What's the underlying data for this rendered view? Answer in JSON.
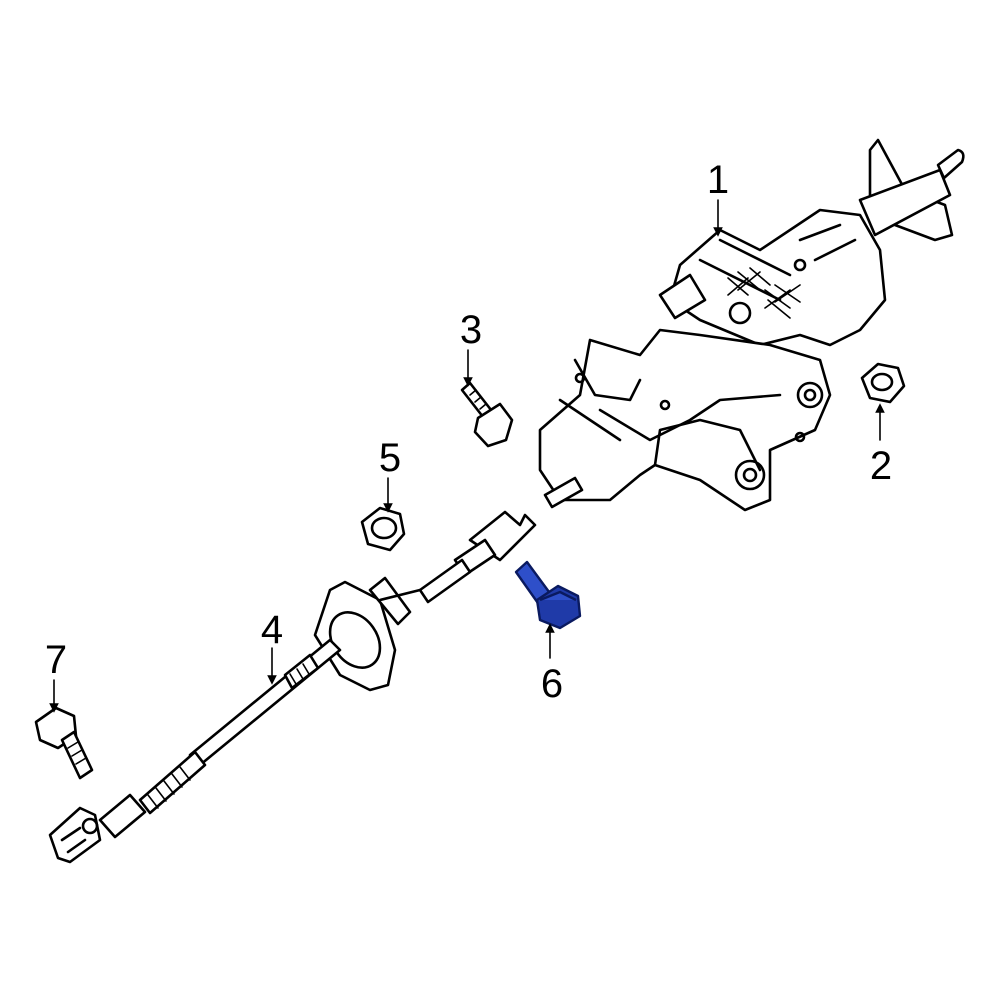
{
  "callouts": [
    {
      "id": "1",
      "label": "1"
    },
    {
      "id": "2",
      "label": "2"
    },
    {
      "id": "3",
      "label": "3"
    },
    {
      "id": "4",
      "label": "4"
    },
    {
      "id": "5",
      "label": "5"
    },
    {
      "id": "6",
      "label": "6"
    },
    {
      "id": "7",
      "label": "7"
    }
  ],
  "colors": {
    "line": "#000000",
    "background": "#ffffff",
    "highlight": "#2e4fc9"
  },
  "highlighted_part": "6"
}
